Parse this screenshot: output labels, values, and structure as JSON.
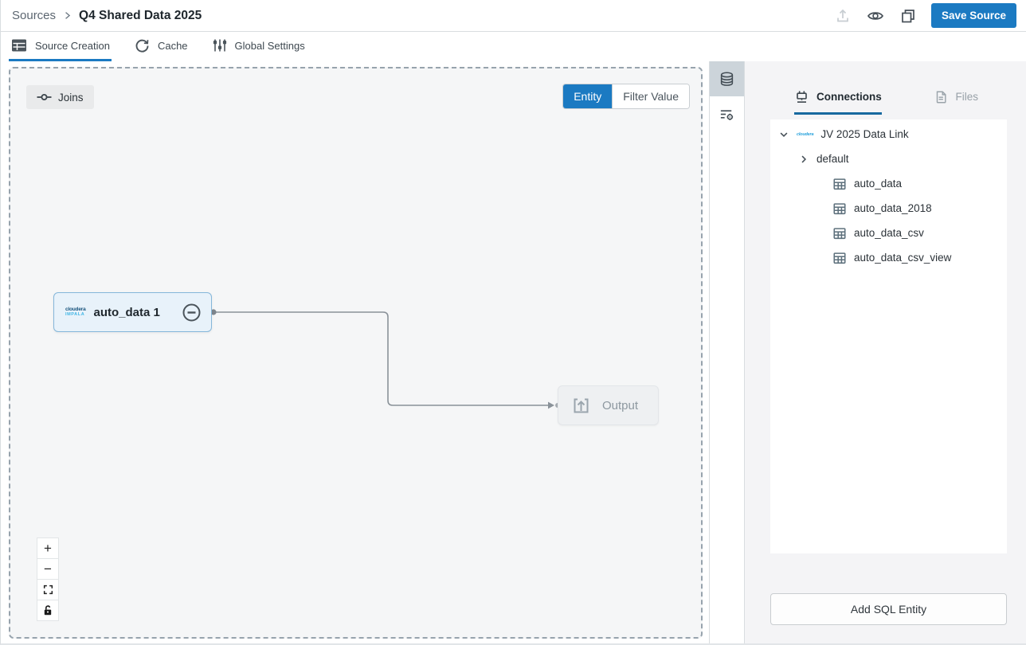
{
  "header": {
    "breadcrumb": {
      "root": "Sources",
      "current": "Q4 Shared Data 2025"
    },
    "save_button": "Save Source"
  },
  "tabs": [
    {
      "label": "Source Creation",
      "active": true
    },
    {
      "label": "Cache",
      "active": false
    },
    {
      "label": "Global Settings",
      "active": false
    }
  ],
  "canvas": {
    "joins_button": "Joins",
    "toggle": {
      "entity": "Entity",
      "filter_value": "Filter Value"
    },
    "node": {
      "label": "auto_data 1",
      "logo_line1": "cloudera",
      "logo_line2": "IMPALA"
    },
    "output_node": {
      "label": "Output"
    },
    "zoom_controls": {
      "zoom_in": "+",
      "zoom_out": "−"
    }
  },
  "right_panel": {
    "tabs": {
      "connections": "Connections",
      "files": "Files"
    },
    "tree": {
      "connection": "JV 2025 Data Link",
      "connection_logo": "cloudera",
      "database": "default",
      "tables": [
        "auto_data",
        "auto_data_2018",
        "auto_data_csv",
        "auto_data_csv_view"
      ]
    },
    "add_sql_entity_button": "Add SQL Entity"
  },
  "colors": {
    "accent_blue": "#1b7ac2",
    "tab_underline_blue": "#17699f",
    "node_background": "#e8f2fa",
    "node_border": "#85b7da",
    "canvas_background": "#f5f6f7"
  }
}
